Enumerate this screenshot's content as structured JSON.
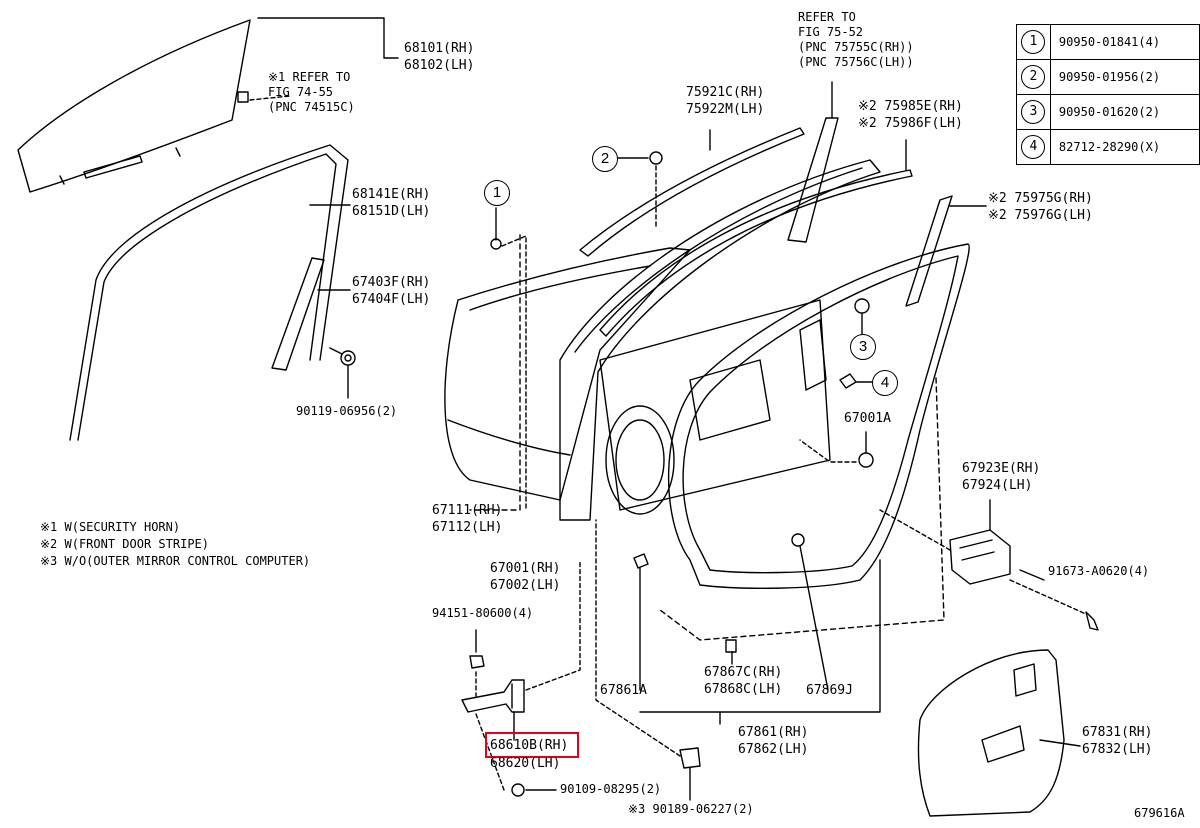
{
  "labels": {
    "p68101": "68101(RH)\n68102(LH)",
    "ref_74_55": "※1 REFER TO\nFIG 74-55\n(PNC 74515C)",
    "p68141": "68141E(RH)\n68151D(LH)",
    "p67403": "67403F(RH)\n67404F(LH)",
    "p90119": "90119-06956(2)",
    "ref_75_52": "REFER TO\nFIG 75-52\n(PNC 75755C(RH))\n(PNC 75756C(LH))",
    "p75921": "75921C(RH)\n75922M(LH)",
    "p75985": "※2 75985E(RH)\n※2 75986F(LH)",
    "p75975": "※2 75975G(RH)\n※2 75976G(LH)",
    "p67001A": "67001A",
    "p67923": "67923E(RH)\n67924(LH)",
    "p91673": "91673-A0620(4)",
    "p67111": "67111(RH)\n67112(LH)",
    "p67001": "67001(RH)\n67002(LH)",
    "p94151": "94151-80600(4)",
    "p68610": "68610B(RH)",
    "p68620": "68620(LH)",
    "p90109": "90109-08295(2)",
    "p90189": "※3 90189-06227(2)",
    "p67861A": "67861A",
    "p67867": "67867C(RH)\n67868C(LH)",
    "p67869J": "67869J",
    "p67861": "67861(RH)\n67862(LH)",
    "p67831": "67831(RH)\n67832(LH)",
    "fig_id": "679616A"
  },
  "notes": [
    "※1 W(SECURITY HORN)",
    "※2 W(FRONT DOOR STRIPE)",
    "※3 W/O(OUTER MIRROR CONTROL COMPUTER)"
  ],
  "callouts": {
    "c1": "1",
    "c2": "2",
    "c3": "3",
    "c4": "4"
  },
  "legend": [
    {
      "num": "1",
      "part": "90950-01841(4)"
    },
    {
      "num": "2",
      "part": "90950-01956(2)"
    },
    {
      "num": "3",
      "part": "90950-01620(2)"
    },
    {
      "num": "4",
      "part": "82712-28290(X)"
    }
  ],
  "highlight_color": "#e3001b"
}
